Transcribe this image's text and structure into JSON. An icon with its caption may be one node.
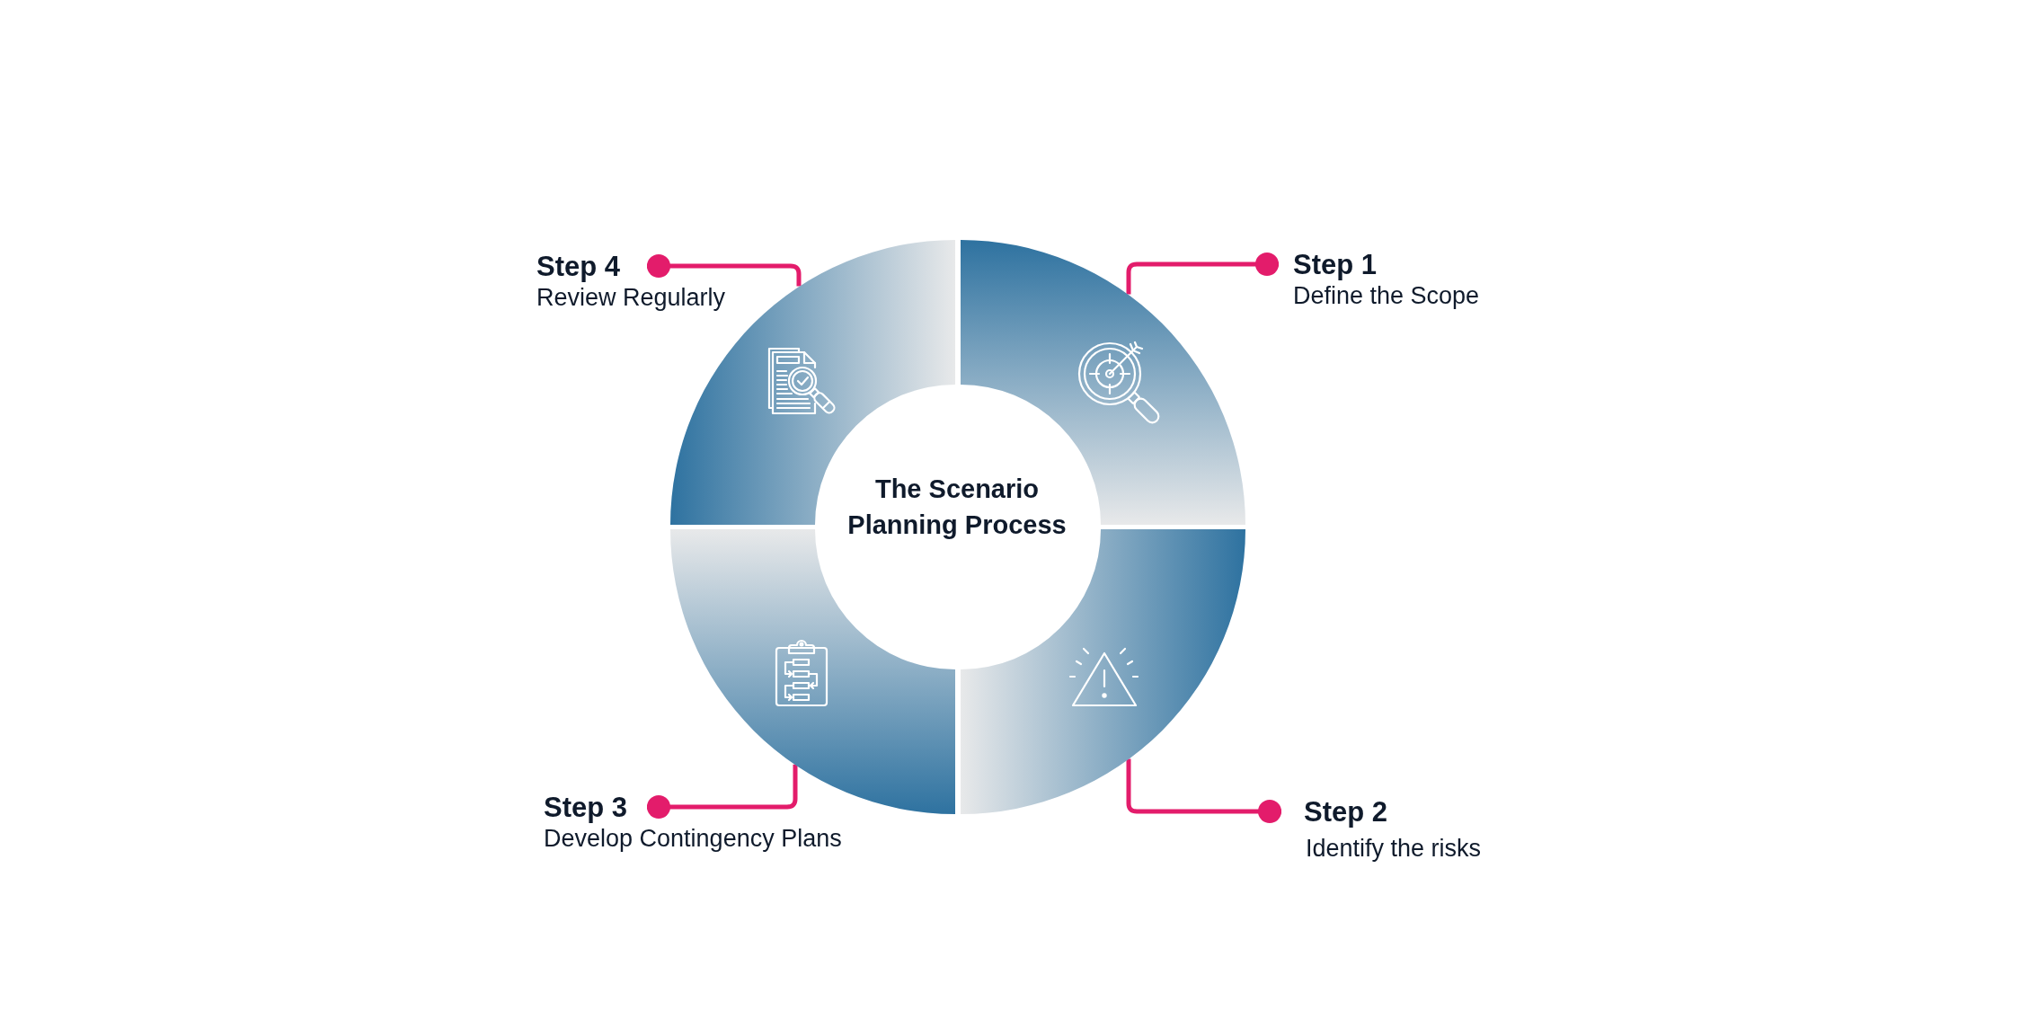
{
  "diagram": {
    "title": "The Scenario Planning Process",
    "nodes": [
      {
        "text": [],
        "shape": "segment"
      },
      {
        "text": [
          "Step 1"
        ],
        "beside": [
          "Define the Scope"
        ]
      },
      {
        "text": [],
        "shape": "segment"
      },
      {
        "text": [
          "Step 2"
        ],
        "beside": [
          "Identify the risks"
        ]
      },
      {
        "text": [],
        "shape": "segment"
      },
      {
        "text": [
          "Step 3"
        ],
        "beside": [
          "Develop Contingency Plans"
        ]
      },
      {
        "text": [],
        "shape": "segment"
      },
      {
        "text": [
          "Step 4"
        ],
        "beside": [
          "Review Regularly"
        ]
      }
    ],
    "edges": [
      {
        "from": 1,
        "to": 0,
        "arrow": "other"
      },
      {
        "from": 3,
        "to": 2,
        "arrow": "other"
      },
      {
        "from": 5,
        "to": 4,
        "arrow": "other"
      },
      {
        "from": 7,
        "to": 6,
        "arrow": "other"
      }
    ]
  }
}
